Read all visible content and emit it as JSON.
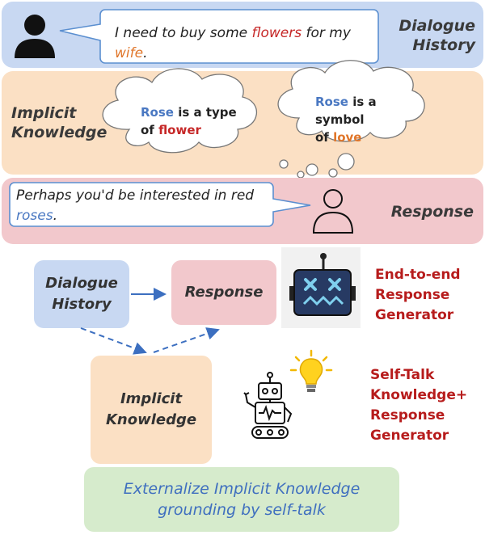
{
  "dialogue_history": {
    "title_line1": "Dialogue",
    "title_line2": "History",
    "utterance_prefix": "I need to buy some ",
    "utterance_hl1": "flowers",
    "utterance_mid": " for my",
    "utterance_hl2": "wife",
    "utterance_suffix": "."
  },
  "implicit_knowledge": {
    "title_line1": "Implicit",
    "title_line2": "Knowledge",
    "cloud1": {
      "subject": "Rose",
      "line1_rest": " is a type",
      "line2_prefix": "of ",
      "object": "flower"
    },
    "cloud2": {
      "subject": "Rose",
      "line1_rest": " is a symbol",
      "line2_prefix": "of ",
      "object": "love"
    }
  },
  "response_band": {
    "title": "Response",
    "utterance_line1": "Perhaps you'd be interested in red",
    "utterance_hl": "roses",
    "utterance_suffix": "."
  },
  "pipeline": {
    "box_dialogue_line1": "Dialogue",
    "box_dialogue_line2": "History",
    "box_response": "Response",
    "box_knowledge_line1": "Implicit",
    "box_knowledge_line2": "Knowledge",
    "e2e_label_line1": "End-to-end",
    "e2e_label_line2": "Response",
    "e2e_label_line3": "Generator",
    "selftalk_label_line1": "Self-Talk",
    "selftalk_label_line2": "Knowledge+",
    "selftalk_label_line3": "Response",
    "selftalk_label_line4": "Generator"
  },
  "footer": {
    "line1": "Externalize Implicit Knowledge",
    "line2": "grounding by self-talk"
  },
  "colors": {
    "dialogue_band": "#c8d8f2",
    "knowledge_band": "#fbe0c4",
    "response_band": "#f2c8cc",
    "bubble_border": "#5b8fd0",
    "red": "#c62828",
    "orange": "#e0762a",
    "blue": "#4a78c2",
    "arrow": "#3c6fc0",
    "generator_label": "#b71c1c"
  },
  "icons": {
    "user_top": "user-silhouette-icon",
    "user_outline": "user-outline-icon",
    "robot_broken": "broken-robot-icon",
    "robot_selftalk": "robot-icon",
    "lightbulb": "lightbulb-icon",
    "thought_cloud": "thought-cloud-icon"
  }
}
